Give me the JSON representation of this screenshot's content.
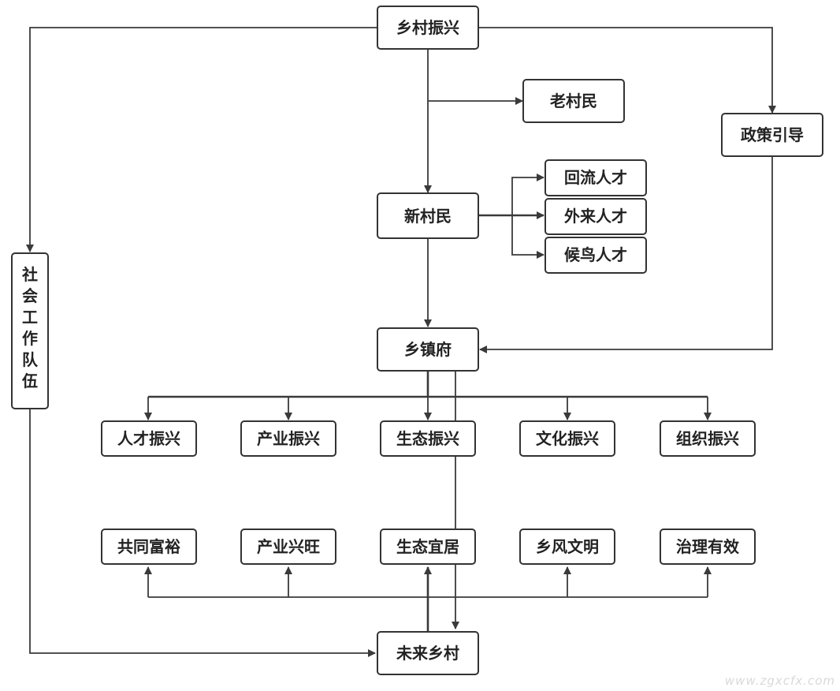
{
  "diagram": {
    "nodes": {
      "rural_revitalization": "乡村振兴",
      "old_villagers": "老村民",
      "policy_guidance": "政策引导",
      "new_villagers": "新村民",
      "returning_talent": "回流人才",
      "outside_talent": "外来人才",
      "migratory_talent": "候鸟人才",
      "social_work_team": "社会工作队伍",
      "township_government": "乡镇府",
      "talent_revitalization": "人才振兴",
      "industry_revitalization": "产业振兴",
      "ecology_revitalization": "生态振兴",
      "culture_revitalization": "文化振兴",
      "organization_revitalization": "组织振兴",
      "common_prosperity": "共同富裕",
      "thriving_industry": "产业兴旺",
      "livable_ecology": "生态宜居",
      "civilized_rural_style": "乡风文明",
      "effective_governance": "治理有效",
      "future_village": "未来乡村"
    },
    "edges": [
      [
        "rural_revitalization",
        "old_villagers"
      ],
      [
        "rural_revitalization",
        "new_villagers"
      ],
      [
        "rural_revitalization",
        "policy_guidance"
      ],
      [
        "rural_revitalization",
        "social_work_team"
      ],
      [
        "new_villagers",
        "returning_talent"
      ],
      [
        "new_villagers",
        "outside_talent"
      ],
      [
        "new_villagers",
        "migratory_talent"
      ],
      [
        "new_villagers",
        "township_government"
      ],
      [
        "policy_guidance",
        "township_government"
      ],
      [
        "township_government",
        "talent_revitalization"
      ],
      [
        "township_government",
        "industry_revitalization"
      ],
      [
        "township_government",
        "ecology_revitalization"
      ],
      [
        "township_government",
        "culture_revitalization"
      ],
      [
        "township_government",
        "organization_revitalization"
      ],
      [
        "township_government",
        "future_village"
      ],
      [
        "social_work_team",
        "future_village"
      ],
      [
        "future_village",
        "common_prosperity"
      ],
      [
        "future_village",
        "thriving_industry"
      ],
      [
        "future_village",
        "livable_ecology"
      ],
      [
        "future_village",
        "civilized_rural_style"
      ],
      [
        "future_village",
        "effective_governance"
      ]
    ]
  },
  "watermark": "www.zgxcfx.com"
}
